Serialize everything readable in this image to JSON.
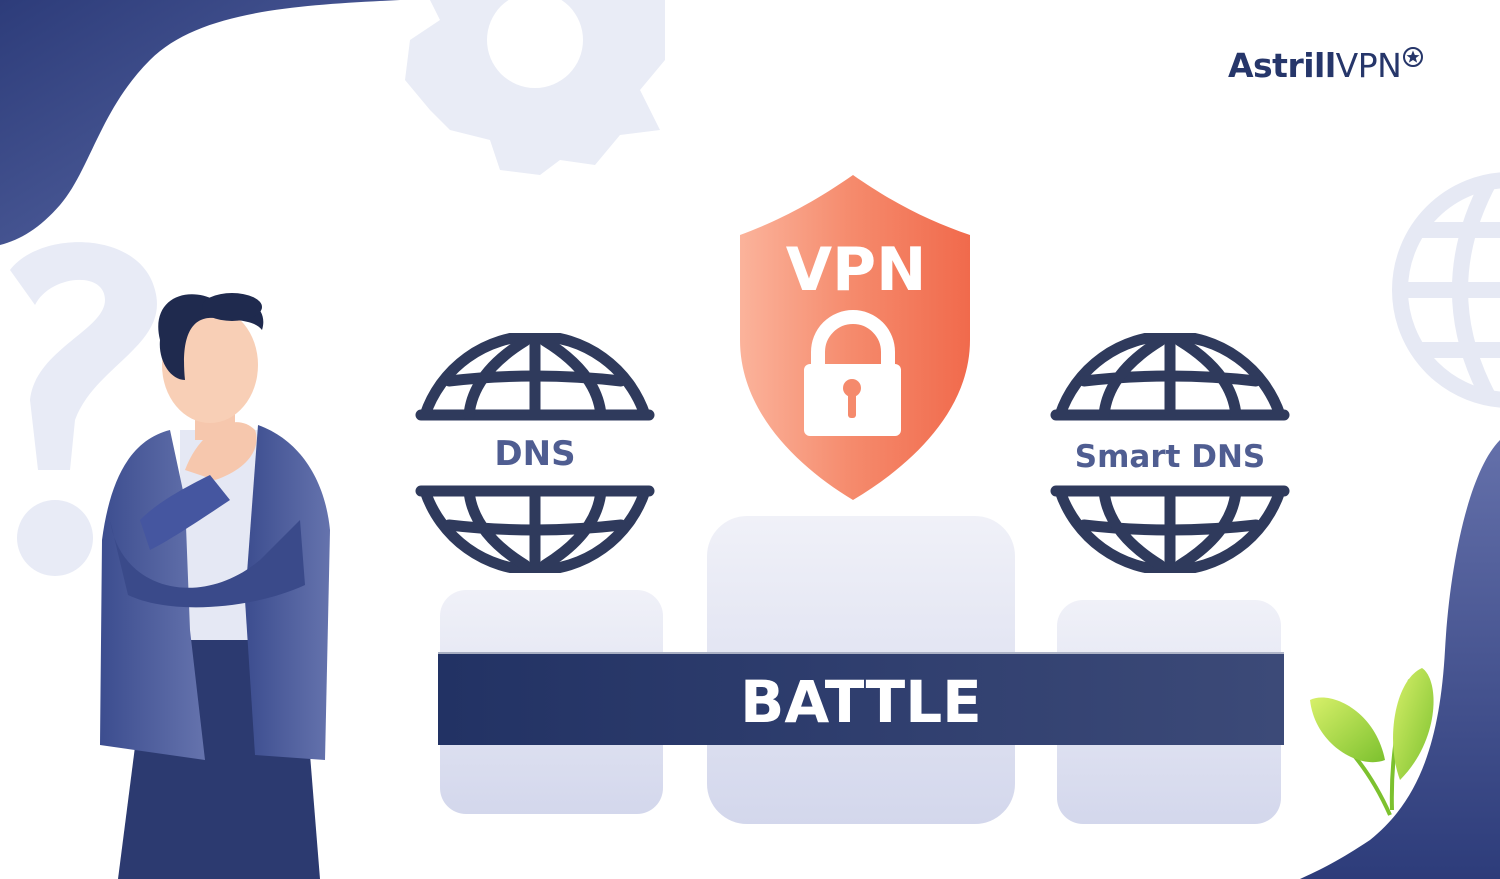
{
  "brand": {
    "bold": "Astrill",
    "light": "VPN",
    "icon": "star-badge-icon"
  },
  "center_shield": {
    "label": "VPN",
    "icon": "padlock-icon"
  },
  "left_globe": {
    "label": "DNS"
  },
  "right_globe": {
    "label": "Smart DNS"
  },
  "banner": {
    "label": "BATTLE"
  },
  "colors": {
    "navy": "#26366a",
    "globe": "#2f3a5c",
    "shield_orange": "#f5775a",
    "plant_green": "#a6d63a",
    "pedestal": "#dfe2f1",
    "decor_light": "#e8ebf6"
  }
}
